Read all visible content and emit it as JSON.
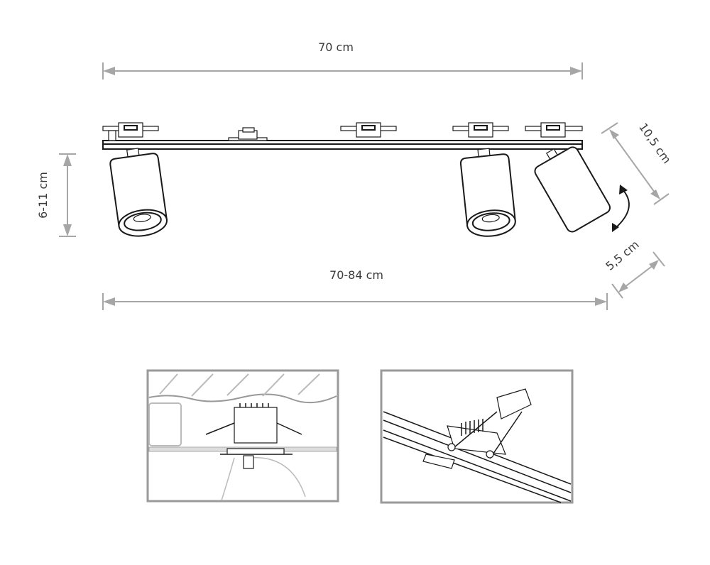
{
  "dimensions": {
    "rail_length": "70 cm",
    "height": "6-11 cm",
    "total_length": "70-84 cm",
    "spot_length": "10,5 cm",
    "spot_diameter": "5,5 cm"
  },
  "colors": {
    "dimension_line": "#a6a6a6",
    "ink": "#1a1a1a",
    "frame": "#9a9a9a"
  }
}
